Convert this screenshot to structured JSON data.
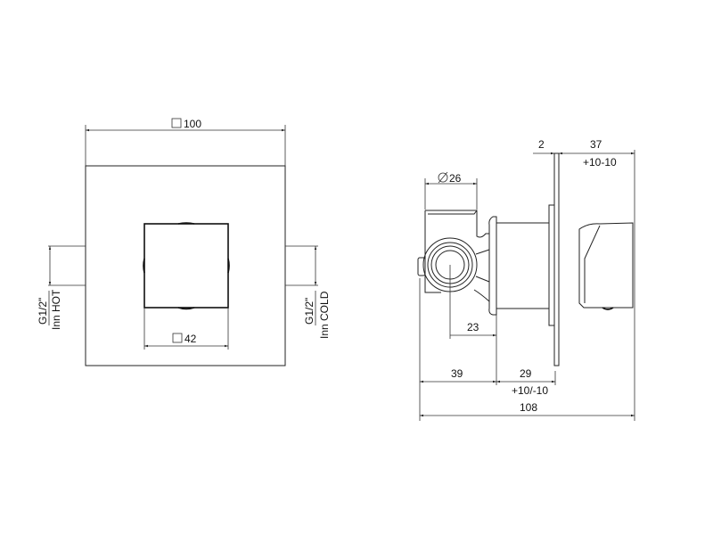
{
  "front_view": {
    "width_label": "100",
    "handle_label": "42",
    "hot_inlet": {
      "thread": "G1/2\"",
      "label": "Inn HOT"
    },
    "cold_inlet": {
      "thread": "G1/2\"",
      "label": "Inn COLD"
    }
  },
  "side_view": {
    "plate_thickness": "2",
    "handle_depth": "37",
    "handle_tolerance": "+10-10",
    "body_diameter": "26",
    "inlet_offset": "23",
    "body_depth": "39",
    "adjust_depth": "29",
    "adjust_tolerance": "+10/-10",
    "total_depth": "108"
  }
}
